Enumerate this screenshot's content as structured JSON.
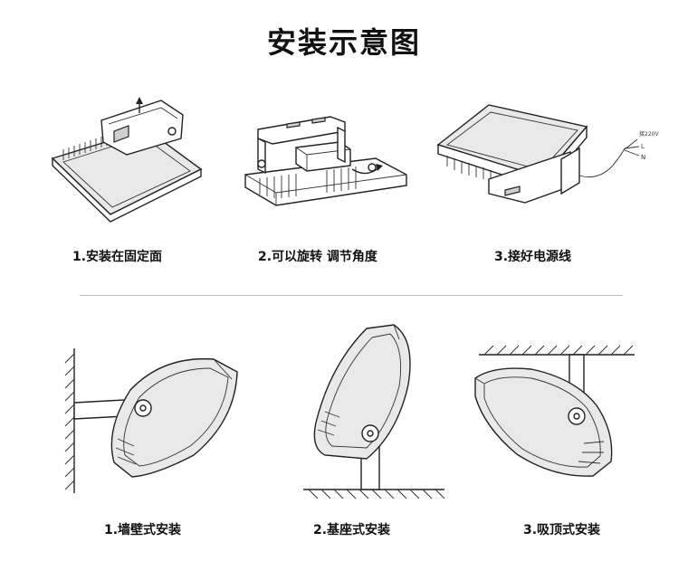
{
  "title": "安装示意图",
  "top_steps": [
    {
      "label": "1.安装在固定面"
    },
    {
      "label": "2.可以旋转 调节角度"
    },
    {
      "label": "3.接好电源线"
    }
  ],
  "wire_labels": {
    "voltage": "接220V",
    "live": "L",
    "neutral": "N"
  },
  "bottom_steps": [
    {
      "label": "1.墙壁式安装"
    },
    {
      "label": "2.基座式安装"
    },
    {
      "label": "3.吸顶式安装"
    }
  ]
}
